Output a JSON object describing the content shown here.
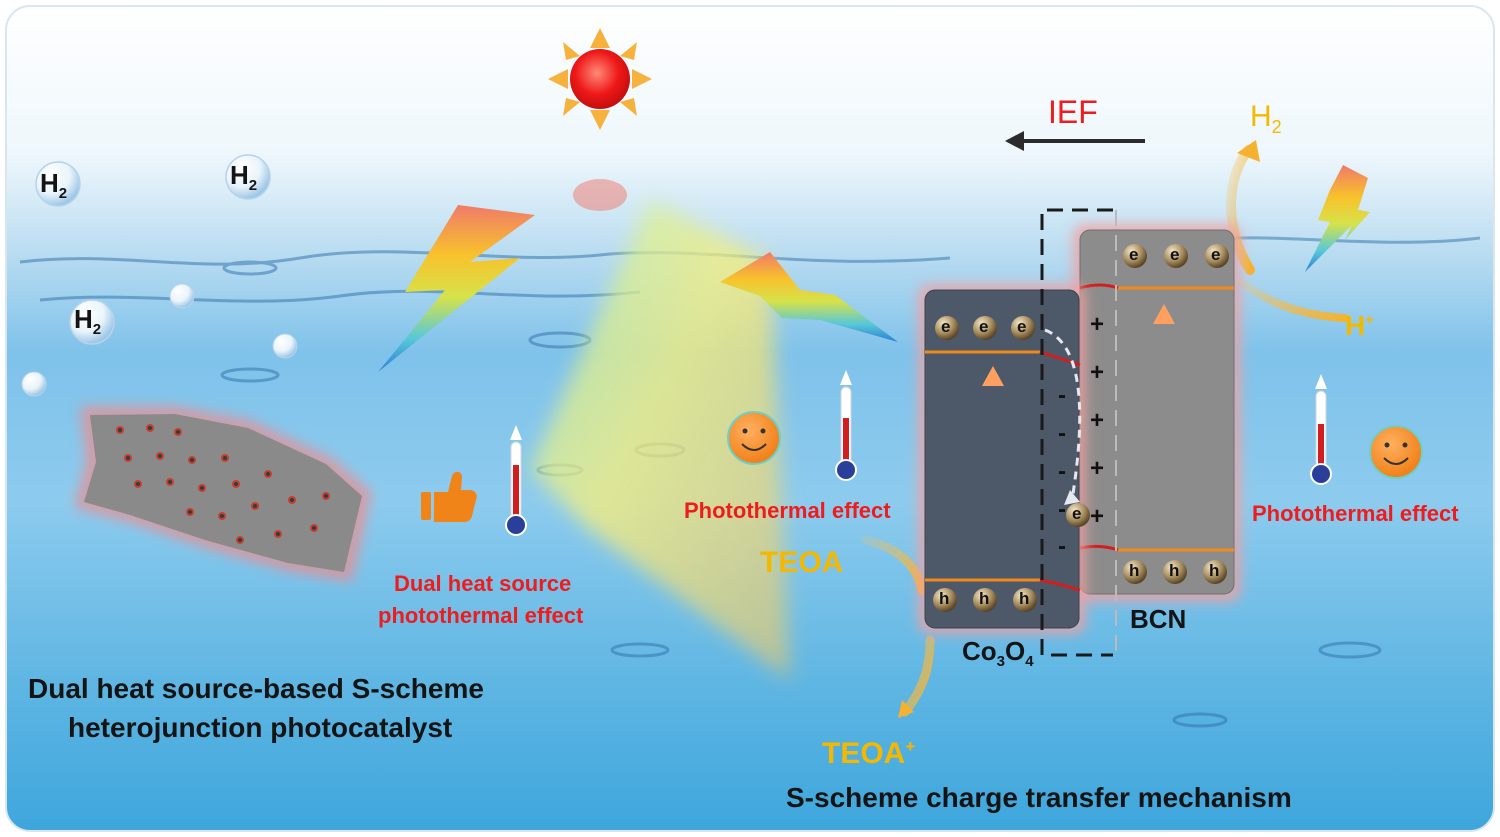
{
  "labels": {
    "ief": "IEF",
    "h2_product": "H",
    "h2_product_sub": "2",
    "h_plus": "H",
    "h_plus_sup": "+",
    "h2_bubble": "H",
    "h2_bubble_sub": "2",
    "photothermal_middle": "Photothermal effect",
    "photothermal_right": "Photothermal effect",
    "dual_heat_line1": "Dual heat source",
    "dual_heat_line2": "photothermal effect",
    "teoa": "TEOA",
    "teoa_plus": "TEOA",
    "teoa_plus_sup": "+",
    "co3o4_co": "Co",
    "co3o4_sub1": "3",
    "co3o4_o": "O",
    "co3o4_sub2": "4",
    "bcn": "BCN",
    "title_left_line1": "Dual heat source-based S-scheme",
    "title_left_line2": "heterojunction photocatalyst",
    "title_right": "S-scheme charge transfer mechanism",
    "electron": "e",
    "hole": "h",
    "plus_sign": "+",
    "minus_sign": "-"
  },
  "colors": {
    "water_top": "#ffffff",
    "water_mid": "#7ec3ea",
    "water_bottom": "#3da6dc",
    "label_red": "#ee1c1c",
    "label_orange": "#f5b800",
    "co3o4_panel": "#4d5868",
    "bcn_panel": "#8c8c8c",
    "band_line": "#f08a1c"
  },
  "icons": [
    "sun-icon",
    "lightning-icon",
    "thermometer-icon",
    "smiley-icon",
    "thumbs-up-icon",
    "h2-bubble-icon",
    "photocatalyst-sheet-icon"
  ]
}
